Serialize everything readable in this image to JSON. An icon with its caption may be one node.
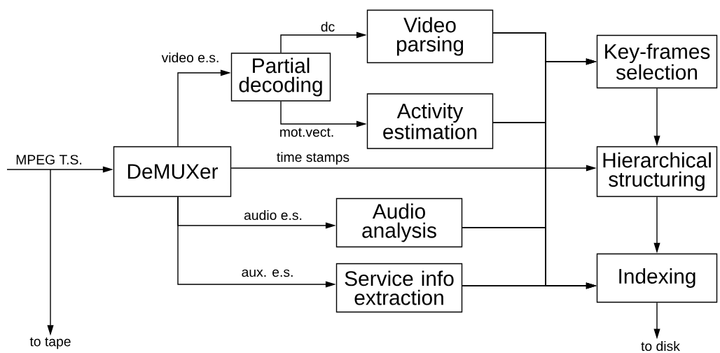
{
  "diagram": {
    "nodes": [
      {
        "text": [
          "DeMUXer"
        ]
      },
      {
        "text": [
          "Partial decoding"
        ]
      },
      {
        "text": [
          "Video parsing"
        ]
      },
      {
        "text": [
          "Activity estimation"
        ]
      },
      {
        "text": [
          "Audio analysis"
        ]
      },
      {
        "text": [
          "Service info extraction"
        ]
      },
      {
        "text": [
          "Key-frames selection"
        ]
      },
      {
        "text": [
          "Hierarchical structuring"
        ]
      },
      {
        "text": [
          "Indexing"
        ]
      },
      {
        "text": [
          "to tape"
        ]
      },
      {
        "text": [
          "to disk"
        ]
      }
    ],
    "edges": [
      {
        "from": null,
        "to": 0,
        "arrow": "to",
        "label": "MPEG T.S."
      },
      {
        "from": null,
        "to": 9,
        "arrow": "to"
      },
      {
        "from": 0,
        "to": 1,
        "arrow": "to",
        "label": "video e.s."
      },
      {
        "from": 1,
        "to": 2,
        "arrow": "to",
        "label": "dc"
      },
      {
        "from": 1,
        "to": 3,
        "arrow": "to",
        "label": "mot.vect."
      },
      {
        "from": 0,
        "to": 7,
        "arrow": "to",
        "label": "time stamps"
      },
      {
        "from": 0,
        "to": 4,
        "arrow": "to",
        "label": "audio e.s."
      },
      {
        "from": 0,
        "to": 5,
        "arrow": "to",
        "label": "aux. e.s."
      },
      {
        "from": 2,
        "to": 6,
        "arrow": "to"
      },
      {
        "from": 2,
        "to": 8,
        "arrow": "to"
      },
      {
        "from": 3,
        "to": 6,
        "arrow": "to"
      },
      {
        "from": 3,
        "to": 8,
        "arrow": "to"
      },
      {
        "from": 4,
        "to": 6,
        "arrow": "to"
      },
      {
        "from": 4,
        "to": 8,
        "arrow": "to"
      },
      {
        "from": 5,
        "to": 6,
        "arrow": "to"
      },
      {
        "from": 5,
        "to": 8,
        "arrow": "to"
      },
      {
        "from": 6,
        "to": 7,
        "arrow": "to"
      },
      {
        "from": 7,
        "to": 8,
        "arrow": "to"
      },
      {
        "from": 8,
        "to": 10,
        "arrow": "to"
      }
    ]
  }
}
